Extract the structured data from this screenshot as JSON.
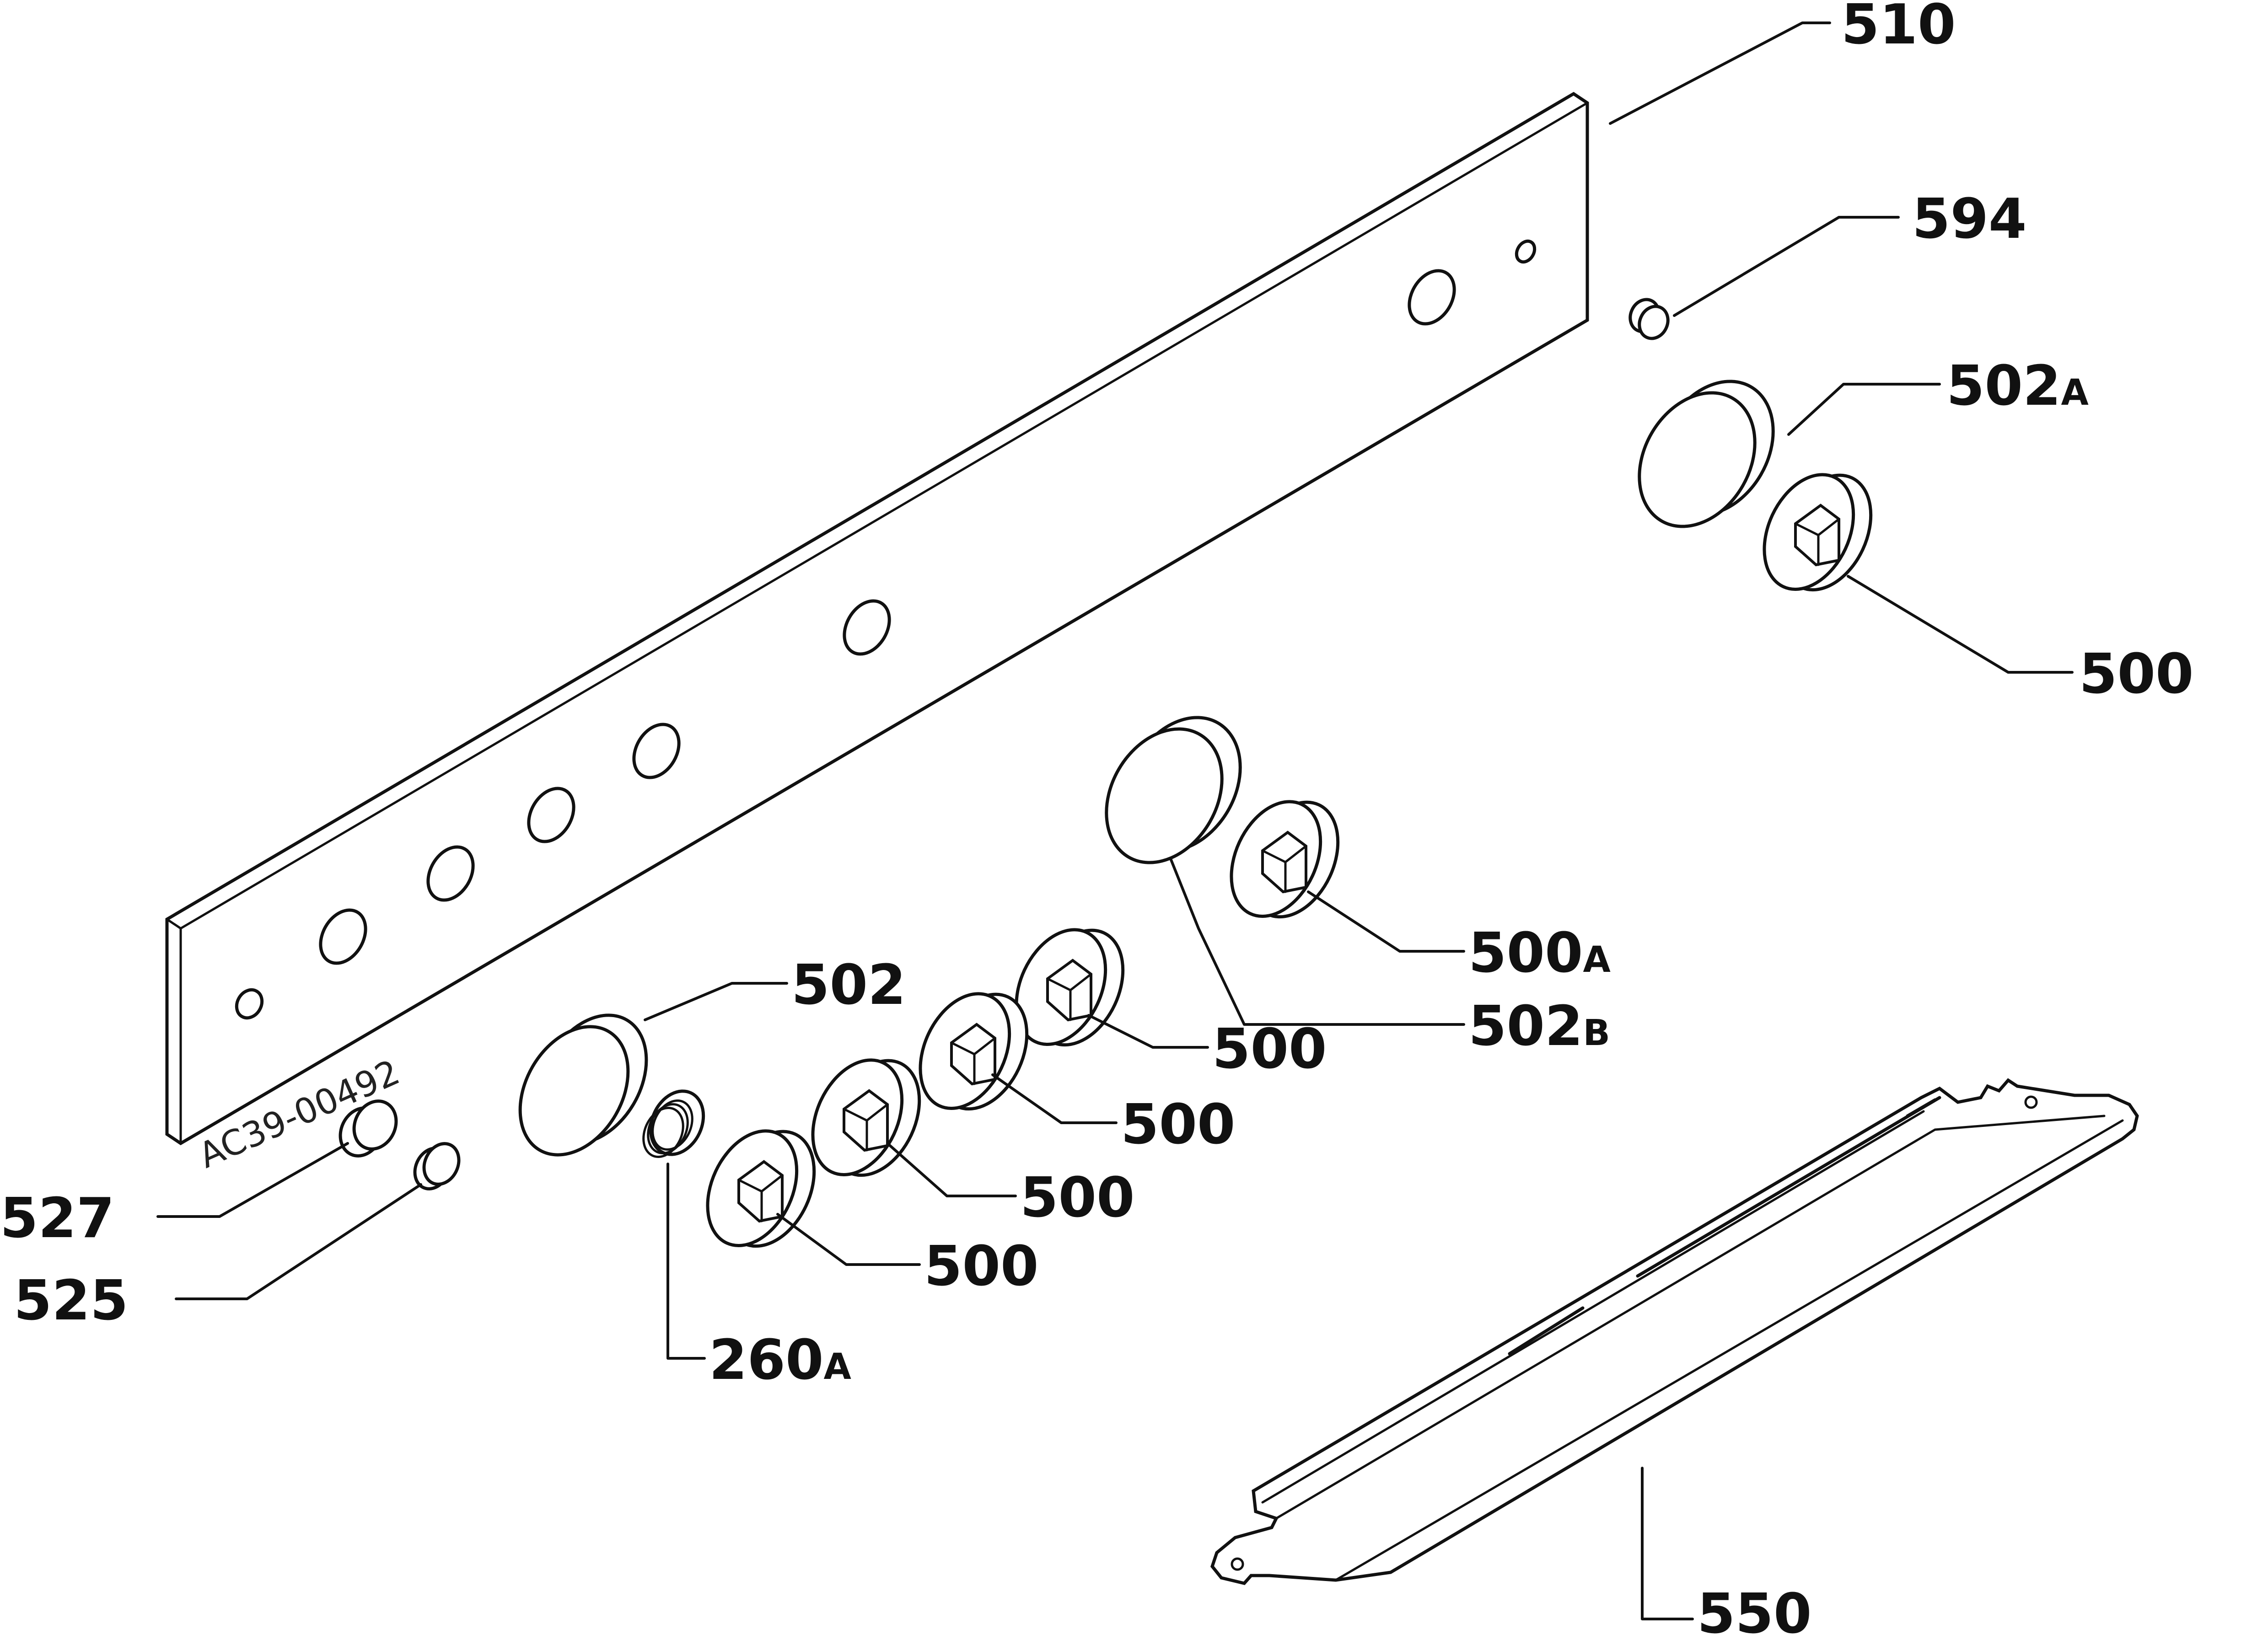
{
  "colors": {
    "ink": "#111111",
    "paper": "#ffffff"
  },
  "drawing_code": "AC39-00492",
  "labels": {
    "p510": {
      "num": "510",
      "suffix": ""
    },
    "p594": {
      "num": "594",
      "suffix": ""
    },
    "p502A": {
      "num": "502",
      "suffix": "A"
    },
    "p500_right": {
      "num": "500",
      "suffix": ""
    },
    "p500A": {
      "num": "500",
      "suffix": "A"
    },
    "p502B": {
      "num": "502",
      "suffix": "B"
    },
    "p502": {
      "num": "502",
      "suffix": ""
    },
    "p500_1": {
      "num": "500",
      "suffix": ""
    },
    "p500_2": {
      "num": "500",
      "suffix": ""
    },
    "p500_3": {
      "num": "500",
      "suffix": ""
    },
    "p500_4": {
      "num": "500",
      "suffix": ""
    },
    "p527": {
      "num": "527",
      "suffix": ""
    },
    "p525": {
      "num": "525",
      "suffix": ""
    },
    "p260A": {
      "num": "260",
      "suffix": "A"
    },
    "p550": {
      "num": "550",
      "suffix": ""
    }
  }
}
